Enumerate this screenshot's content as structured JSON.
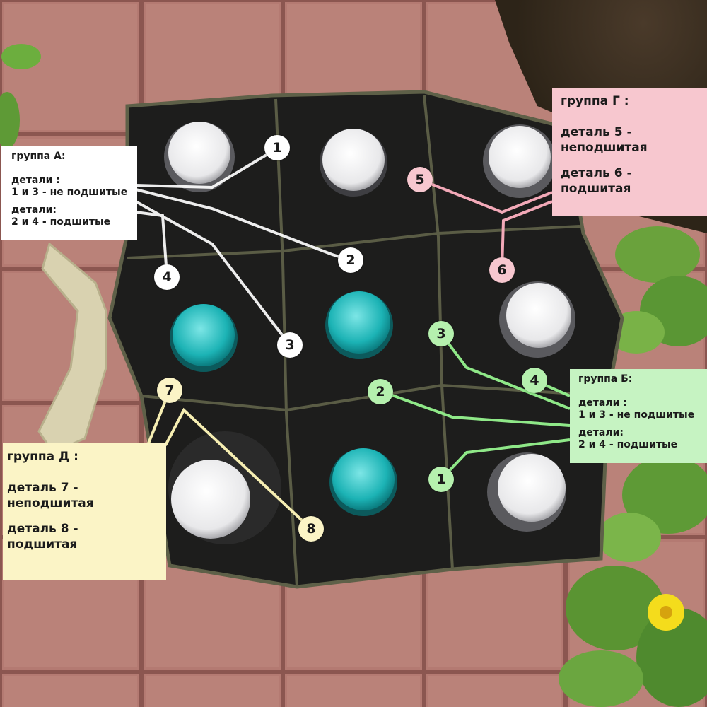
{
  "legends": {
    "group_a": {
      "title": "группа А:",
      "line1": "детали :",
      "line2": "1 и 3 - не подшитые",
      "line3": "детали:",
      "line4": "2 и 4 - подшитые",
      "color": "#ffffff"
    },
    "group_g": {
      "title": "группа Г :",
      "line1": "деталь 5 -",
      "line2": "неподшитая",
      "line3": "деталь 6 -",
      "line4": "подшитая",
      "color": "#f7c7cf"
    },
    "group_b": {
      "title": "группа Б:",
      "line1": "детали :",
      "line2": "1 и 3 - не подшитые",
      "line3": "детали:",
      "line4": "2 и 4 - подшитые",
      "color": "#c6f3c2"
    },
    "group_d": {
      "title": "группа Д :",
      "line1": "деталь 7 -",
      "line2": "неподшитая",
      "line3": "деталь 8 -",
      "line4": "подшитая",
      "color": "#fbf4c6"
    }
  },
  "markers": {
    "white": [
      "1",
      "2",
      "3",
      "4"
    ],
    "pink": [
      "5",
      "6"
    ],
    "green": [
      "1",
      "2",
      "3",
      "4"
    ],
    "yellow": [
      "7",
      "8"
    ]
  },
  "colors": {
    "white_group": "#ffffff",
    "pink_group": "#f7c7cf",
    "green_group": "#b5f0ae",
    "yellow_group": "#fbf4c6"
  }
}
